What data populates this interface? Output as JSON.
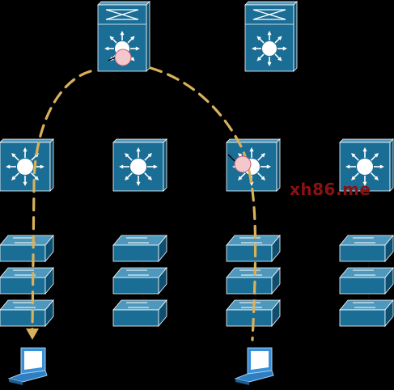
{
  "diagram": {
    "colors": {
      "background": "#000000",
      "device_face": "#1a6d95",
      "device_top": "#4e98bd",
      "device_side": "#0e4f70",
      "device_outline": "#ffffff",
      "path": "#d9b15a",
      "marker_fill": "#f4c7cc",
      "marker_stroke": "#c0606c",
      "laptop": "#3a8fd6",
      "watermark": "#8c1111"
    },
    "core_switches": [
      {
        "id": "core-1",
        "name": "core-switch-left",
        "icon": "multilayer-switch-icon"
      },
      {
        "id": "core-2",
        "name": "core-switch-right",
        "icon": "multilayer-switch-icon"
      }
    ],
    "distribution_switches": [
      {
        "id": "dist-1",
        "name": "distribution-switch-1",
        "icon": "layer3-switch-icon"
      },
      {
        "id": "dist-2",
        "name": "distribution-switch-2",
        "icon": "layer3-switch-icon"
      },
      {
        "id": "dist-3",
        "name": "distribution-switch-3",
        "icon": "layer3-switch-icon"
      },
      {
        "id": "dist-4",
        "name": "distribution-switch-4",
        "icon": "layer3-switch-icon"
      }
    ],
    "access_stacks": [
      {
        "name": "access-stack-1",
        "count": 3
      },
      {
        "name": "access-stack-2",
        "count": 3
      },
      {
        "name": "access-stack-3",
        "count": 3
      },
      {
        "name": "access-stack-4",
        "count": 3
      }
    ],
    "hosts": [
      {
        "name": "host-laptop-left",
        "icon": "laptop-icon"
      },
      {
        "name": "host-laptop-right",
        "icon": "laptop-icon"
      }
    ],
    "traffic_path": {
      "style": "dashed",
      "arrow": "down"
    },
    "markers": [
      {
        "name": "path-marker-core",
        "icon": "circle-marker-icon"
      },
      {
        "name": "path-marker-distribution",
        "icon": "circle-marker-icon"
      }
    ],
    "watermark": "xh86.me"
  }
}
